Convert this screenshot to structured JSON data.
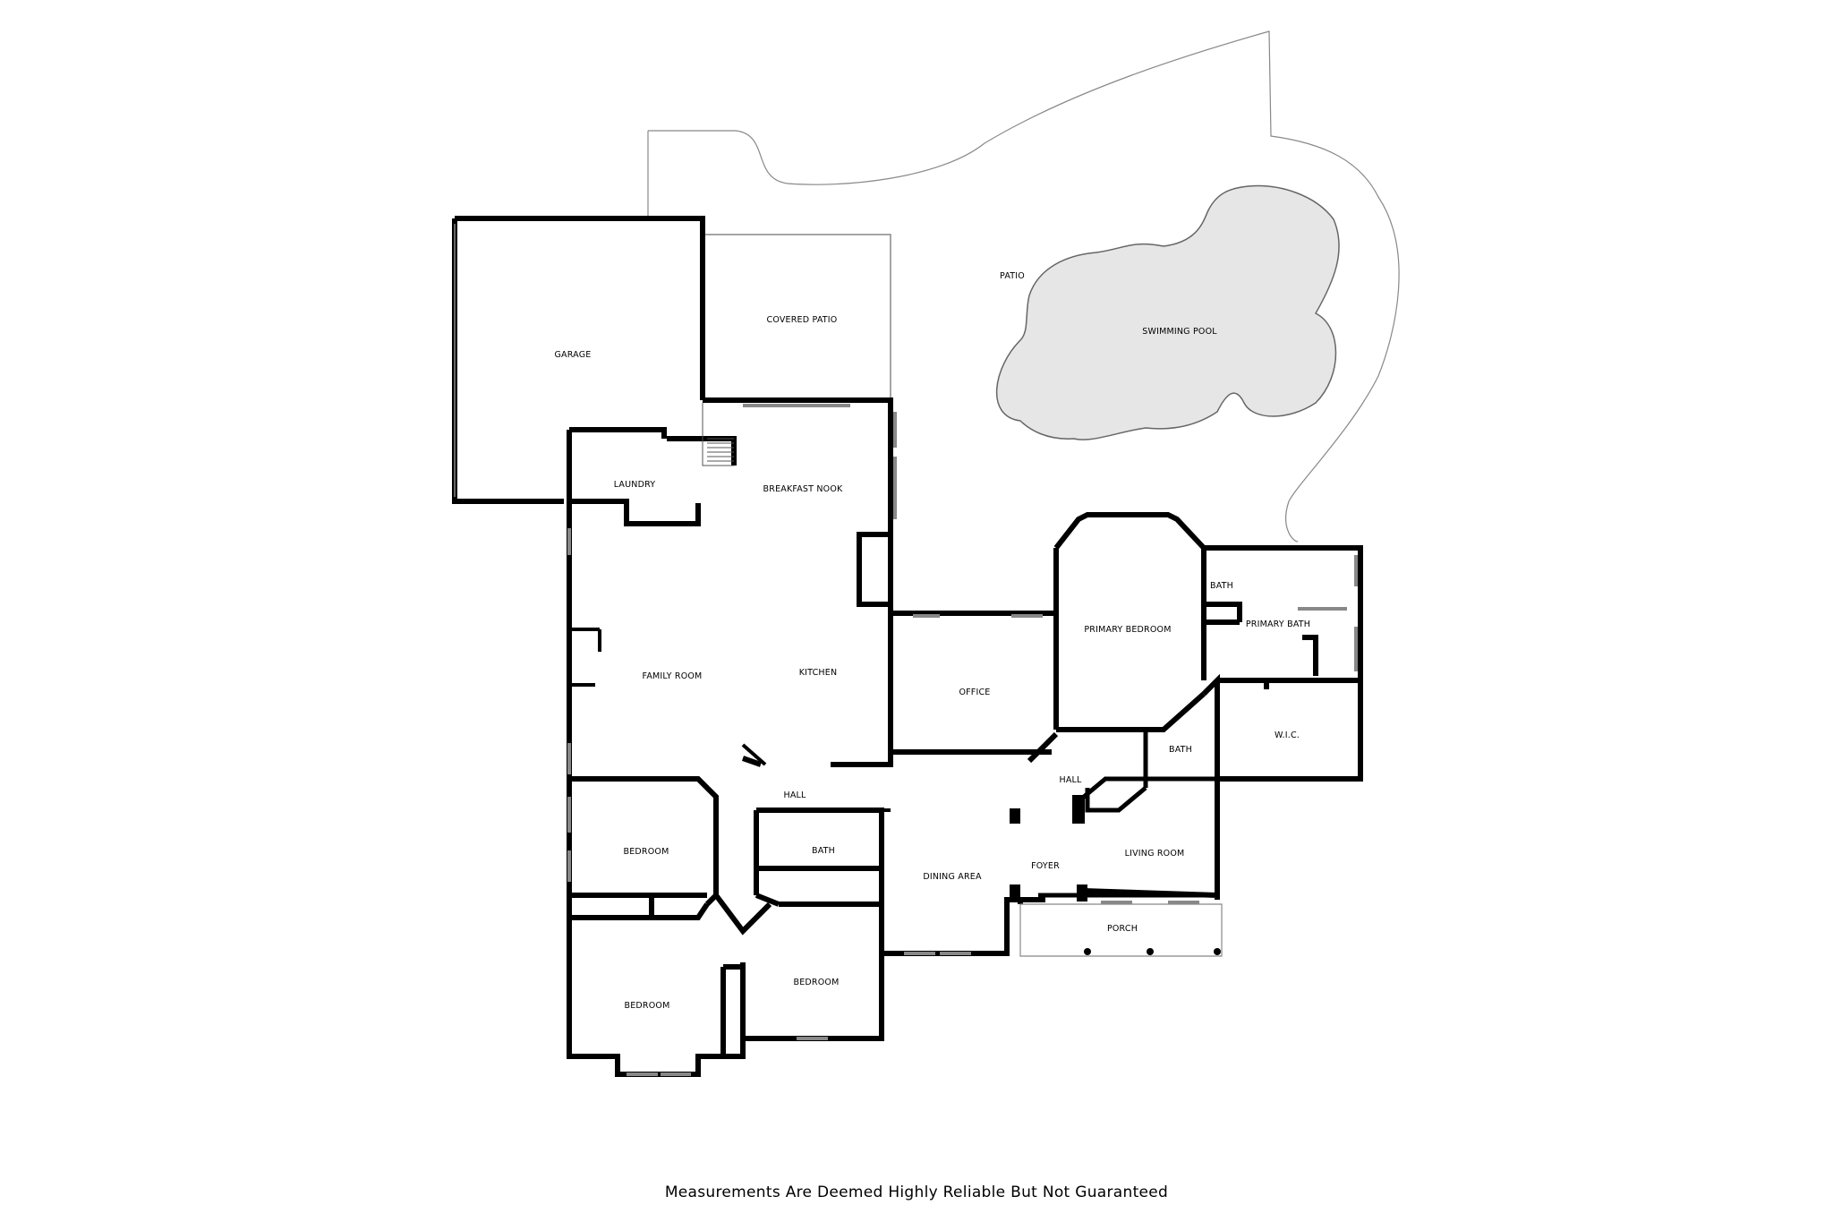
{
  "disclaimer": "Measurements Are Deemed Highly Reliable But Not Guaranteed",
  "rooms": {
    "patio": "PATIO",
    "swimming_pool": "SWIMMING POOL",
    "garage": "GARAGE",
    "covered_patio": "COVERED PATIO",
    "laundry": "LAUNDRY",
    "breakfast_nook": "BREAKFAST NOOK",
    "family_room": "FAMILY ROOM",
    "kitchen": "KITCHEN",
    "office": "OFFICE",
    "primary_bedroom": "PRIMARY BEDROOM",
    "bath_primary_small": "BATH",
    "primary_bath": "PRIMARY BATH",
    "wic": "W.I.C.",
    "bath_hall_right": "BATH",
    "hall_upper": "HALL",
    "hall_left": "HALL",
    "bedroom_1": "BEDROOM",
    "bath_center": "BATH",
    "dining_area": "DINING AREA",
    "foyer": "FOYER",
    "living_room": "LIVING ROOM",
    "porch": "PORCH",
    "bedroom_2": "BEDROOM",
    "bedroom_3": "BEDROOM"
  },
  "colors": {
    "wall": "#000000",
    "outline": "#888888",
    "pool_fill": "#e6e6e6",
    "background": "#ffffff"
  }
}
